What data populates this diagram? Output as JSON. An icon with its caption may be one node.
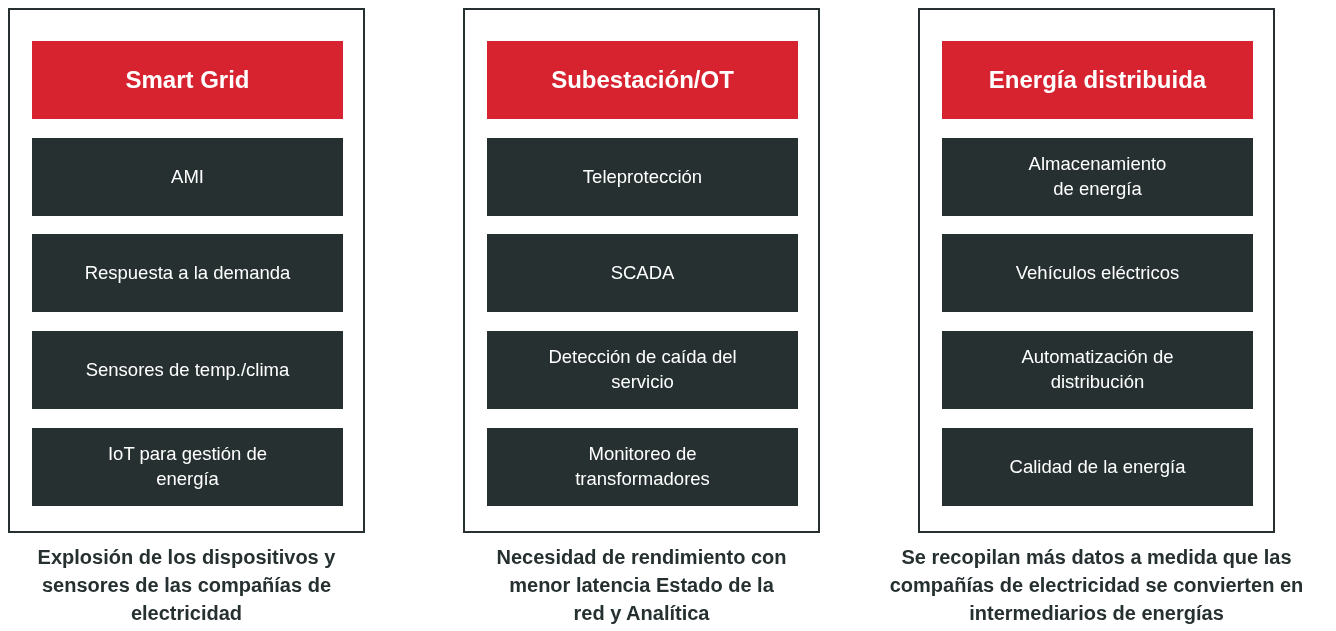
{
  "diagram": {
    "nodes": [
      {
        "text": [],
        "shape": "box",
        "beside": [
          "Explosión de los dispositivos y sensores de las compañías de electricidad"
        ]
      },
      {
        "text": [
          "Smart Grid"
        ],
        "in": 0
      },
      {
        "text": [
          "AMI"
        ],
        "in": 0
      },
      {
        "text": [
          "Respuesta a la demanda"
        ],
        "in": 0
      },
      {
        "text": [
          "Sensores de temp./clima"
        ],
        "in": 0
      },
      {
        "text": [
          "IoT para gestión de energía"
        ],
        "in": 0
      },
      {
        "text": [],
        "shape": "box",
        "beside": [
          "Necesidad de rendimiento con menor latencia Estado de la red y Analítica"
        ]
      },
      {
        "text": [
          "Subestación/OT"
        ],
        "in": 6
      },
      {
        "text": [
          "Teleprotección"
        ],
        "in": 6
      },
      {
        "text": [
          "SCADA"
        ],
        "in": 6
      },
      {
        "text": [
          "Detección de caída del servicio"
        ],
        "in": 6
      },
      {
        "text": [
          "Monitoreo de transformadores"
        ],
        "in": 6
      },
      {
        "text": [],
        "shape": "box",
        "beside": [
          "Se recopilan más datos a medida que las compañías de electricidad se convierten en intermediarios de energías"
        ]
      },
      {
        "text": [
          "Energía distribuida"
        ],
        "in": 12
      },
      {
        "text": [
          "Almacenamiento de energía"
        ],
        "in": 12
      },
      {
        "text": [
          "Vehículos eléctricos"
        ],
        "in": 12
      },
      {
        "text": [
          "Automatización de distribución"
        ],
        "in": 12
      },
      {
        "text": [
          "Calidad de la energía"
        ],
        "in": 12
      }
    ]
  }
}
